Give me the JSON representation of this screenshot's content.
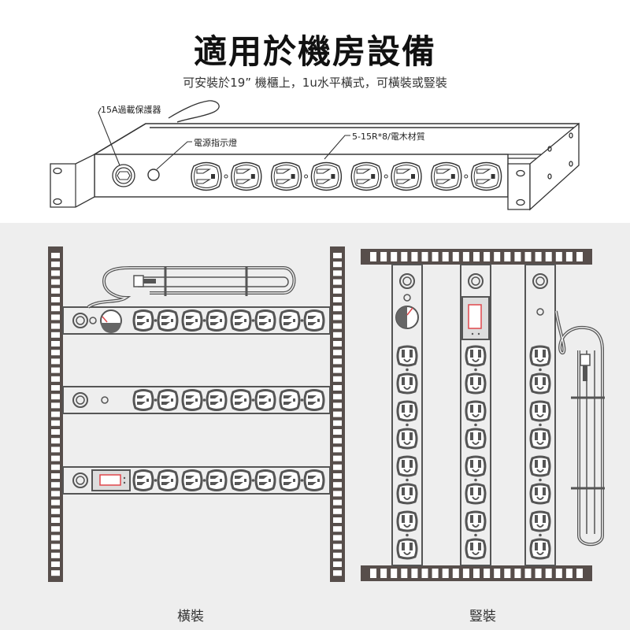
{
  "header": {
    "title": "適用於機房設備",
    "subtitle": "可安裝於19”  機櫃上，1u水平橫式，可橫裝或豎裝"
  },
  "product_diagram": {
    "callouts": {
      "breaker": "15A過載保護器",
      "power_indicator": "電源指示燈",
      "outlets": "5-15R*8/電木材質"
    },
    "outlet_count": 8
  },
  "mounting_examples": {
    "horizontal": {
      "caption": "橫裝",
      "strip_count": 3,
      "outlets_per_strip": 8
    },
    "vertical": {
      "caption": "豎裝",
      "strip_count": 3,
      "outlets_per_strip": 8
    }
  },
  "colors": {
    "rack": "#574e4b",
    "outline": "#555555",
    "accent_red": "#e0474c",
    "panel_bg": "#eeeeee"
  }
}
